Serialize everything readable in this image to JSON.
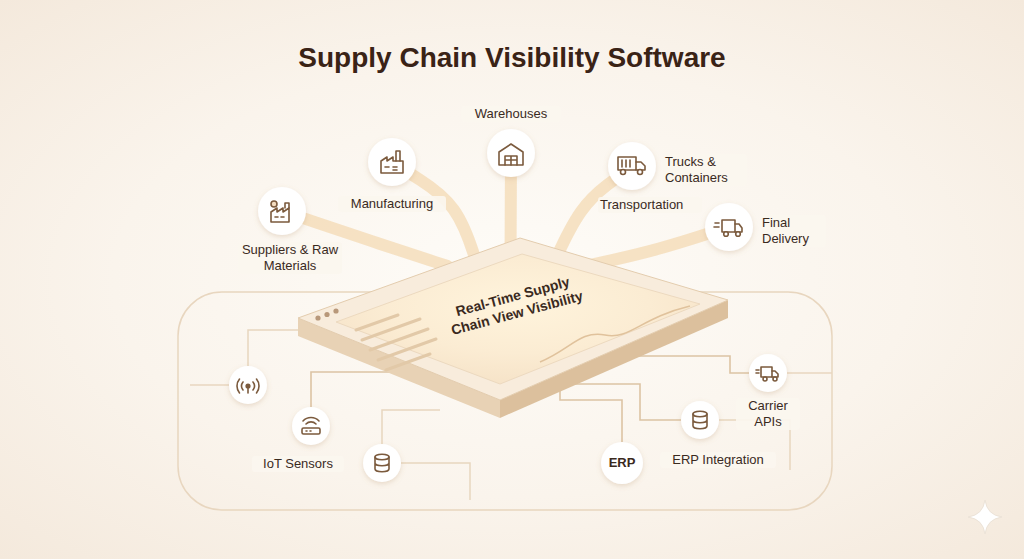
{
  "diagram": {
    "title": "Supply Chain Visibility Software",
    "nodes": [
      {
        "text": [
          "Suppliers & Raw Materials"
        ]
      },
      {
        "text": [
          "Manufacturing"
        ]
      },
      {
        "text": [
          "Warehouses"
        ]
      },
      {
        "text": [
          "Trucks & Containers",
          "Transportation"
        ]
      },
      {
        "text": [
          "Final Delivery"
        ]
      },
      {
        "text": [
          "Real-Time Supply Chain View Visibility"
        ]
      },
      {
        "text": [
          "IoT Sensors"
        ]
      },
      {
        "text": [
          "ERP"
        ]
      },
      {
        "text": [
          "ERP Integration"
        ]
      },
      {
        "text": [
          "Carrier APIs"
        ]
      }
    ],
    "edges": [
      {
        "from": 0,
        "to": 5,
        "arrow": "none"
      },
      {
        "from": 1,
        "to": 5,
        "arrow": "none"
      },
      {
        "from": 2,
        "to": 5,
        "arrow": "none"
      },
      {
        "from": 3,
        "to": 5,
        "arrow": "none"
      },
      {
        "from": 4,
        "to": 5,
        "arrow": "none"
      },
      {
        "from": 6,
        "to": 5,
        "arrow": "none"
      },
      {
        "from": 7,
        "to": 5,
        "arrow": "none"
      },
      {
        "from": 8,
        "to": 5,
        "arrow": "none"
      },
      {
        "from": 9,
        "to": 5,
        "arrow": "none"
      }
    ]
  }
}
